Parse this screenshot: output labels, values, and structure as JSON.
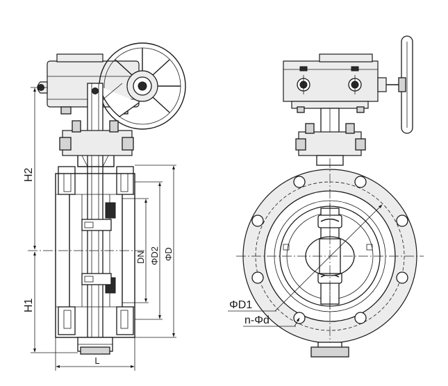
{
  "labels": {
    "h2": "H2",
    "h1": "H1",
    "l": "L",
    "dn": "DN",
    "d2": "ΦD2",
    "d": "ΦD",
    "d1": "ΦD1",
    "nd": "n-Φd"
  }
}
